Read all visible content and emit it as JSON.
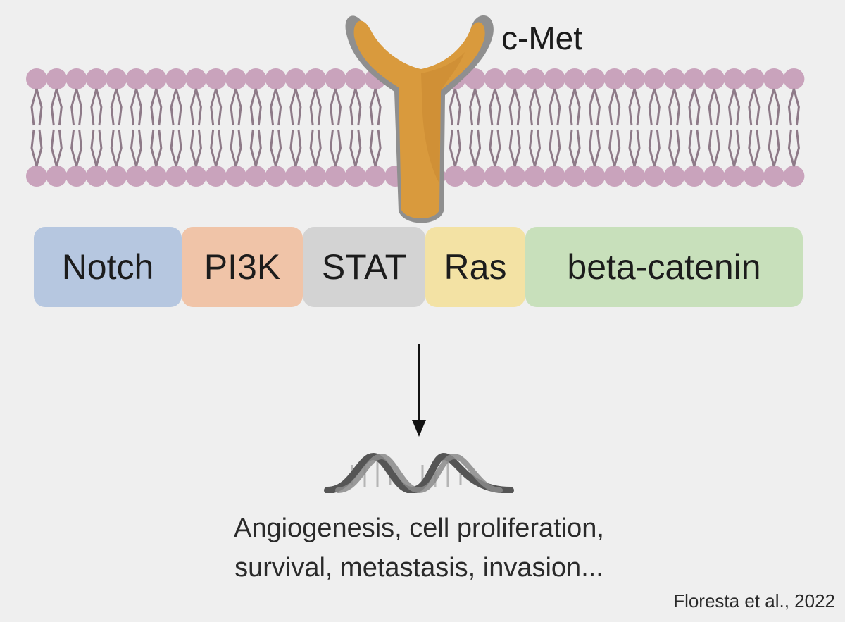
{
  "receptor": {
    "label": "c-Met"
  },
  "pathways": [
    {
      "label": "Notch",
      "color": "#b6c7e0"
    },
    {
      "label": "PI3K",
      "color": "#f0c4a8"
    },
    {
      "label": "STAT",
      "color": "#d3d3d3"
    },
    {
      "label": "Ras",
      "color": "#f3e2a4"
    },
    {
      "label": "beta-catenin",
      "color": "#c8e0bb"
    }
  ],
  "outcomes": {
    "line1": "Angiogenesis, cell proliferation,",
    "line2": "survival, metastasis, invasion..."
  },
  "citation": "Floresta et al., 2022",
  "colors": {
    "membrane": "#c9a3bc",
    "receptor": "#d99a3d",
    "receptor_outline": "#8f8f8f",
    "arrow": "#111111",
    "dna": "#555555"
  },
  "icons": [
    "cell-membrane-illustration",
    "c-met-receptor-icon",
    "down-arrow-icon",
    "dna-helix-icon"
  ]
}
